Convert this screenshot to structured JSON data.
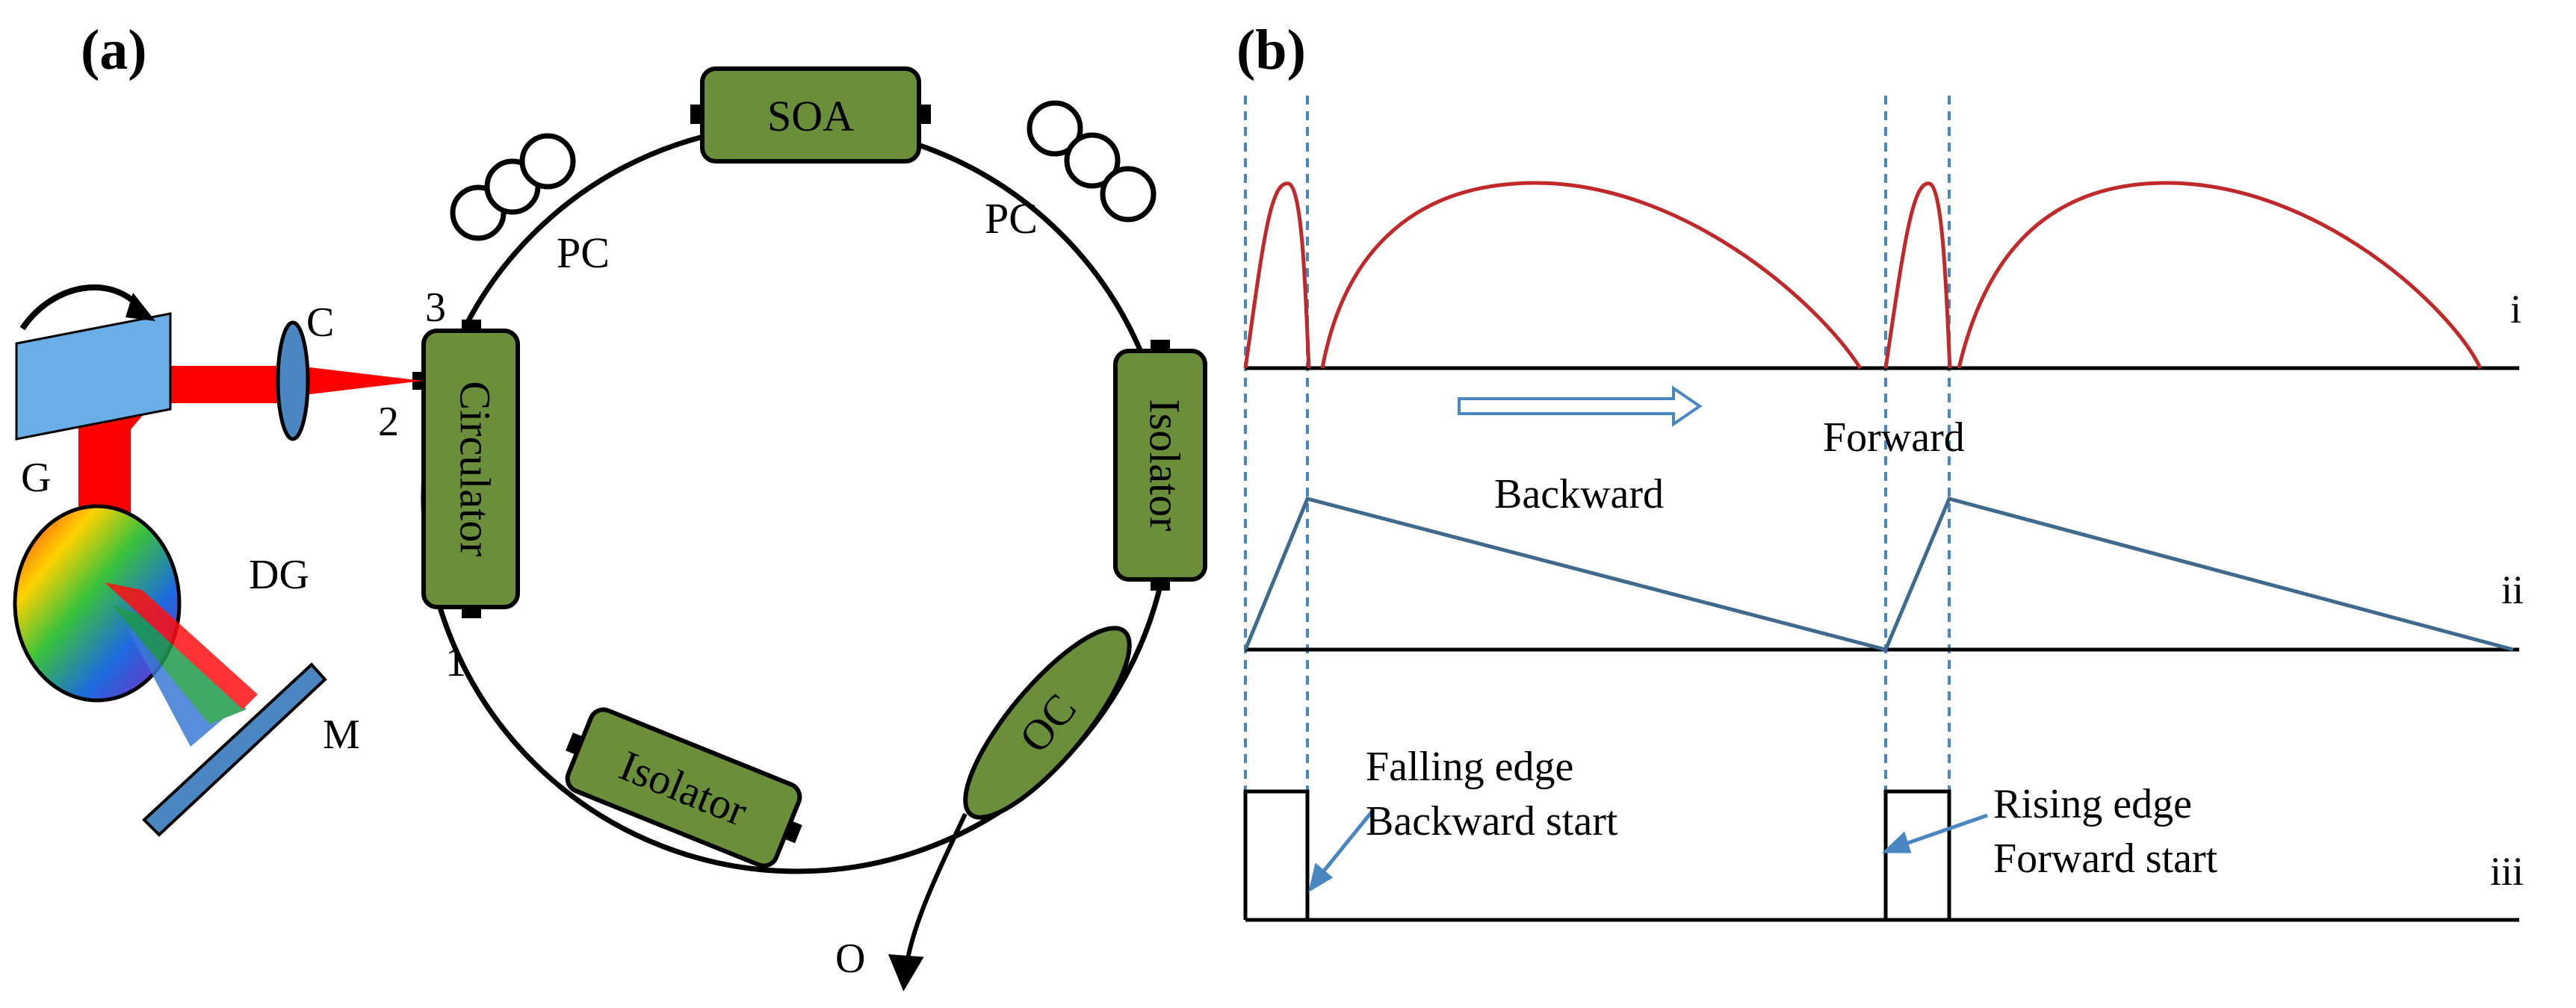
{
  "panel_a": {
    "label": "(a)",
    "components": {
      "soa": "SOA",
      "circulator": "Circulator",
      "isolator_right": "Isolator",
      "isolator_bottom": "Isolator",
      "coupler": "OC"
    },
    "labels": {
      "pc_left": "PC",
      "pc_right": "PC",
      "port_3": "3",
      "port_2": "2",
      "port_1": "1",
      "lens": "C",
      "galvo": "G",
      "grating": "DG",
      "mirror": "M",
      "output": "O"
    }
  },
  "panel_b": {
    "label": "(b)",
    "traces": [
      "i",
      "ii",
      "iii"
    ],
    "annotations": {
      "forward": "Forward",
      "backward": "Backward",
      "falling_1": "Falling edge",
      "falling_2": "Backward start",
      "rising_1": "Rising edge",
      "rising_2": "Forward start"
    }
  },
  "colors": {
    "component_fill": "#6b8e3a",
    "beam_red": "#ff0000",
    "trace_red": "#c0282a",
    "trace_blue": "#3f6a8e",
    "guide_blue": "#4a86c2",
    "galvo_blue": "#6aaee8"
  }
}
